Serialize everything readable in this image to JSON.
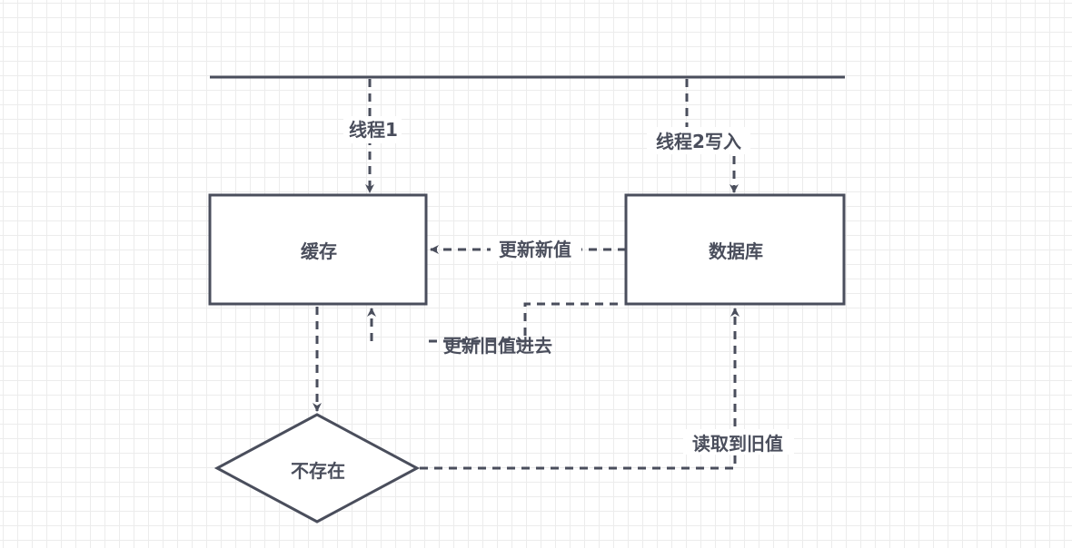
{
  "colors": {
    "stroke": "#4a4e5c",
    "text": "#4a4e5c",
    "grid": "#dcdcdc",
    "background": "#ffffff"
  },
  "nodes": {
    "cache": {
      "label": "缓存",
      "shape": "rectangle"
    },
    "database": {
      "label": "数据库",
      "shape": "rectangle"
    },
    "not_exist": {
      "label": "不存在",
      "shape": "diamond"
    }
  },
  "edges": {
    "thread1": {
      "label": "线程1",
      "from": "timeline",
      "to": "cache"
    },
    "thread2_write": {
      "label": "线程2写入",
      "from": "timeline",
      "to": "database"
    },
    "update_new_value": {
      "label": "更新新值",
      "from": "database",
      "to": "cache"
    },
    "update_old_value": {
      "label": "更新旧值进去",
      "from": "database",
      "to": "cache"
    },
    "read_old_value": {
      "label": "读取到旧值",
      "from": "not_exist",
      "to": "database"
    },
    "cache_to_decision": {
      "label": "",
      "from": "cache",
      "to": "not_exist"
    }
  }
}
